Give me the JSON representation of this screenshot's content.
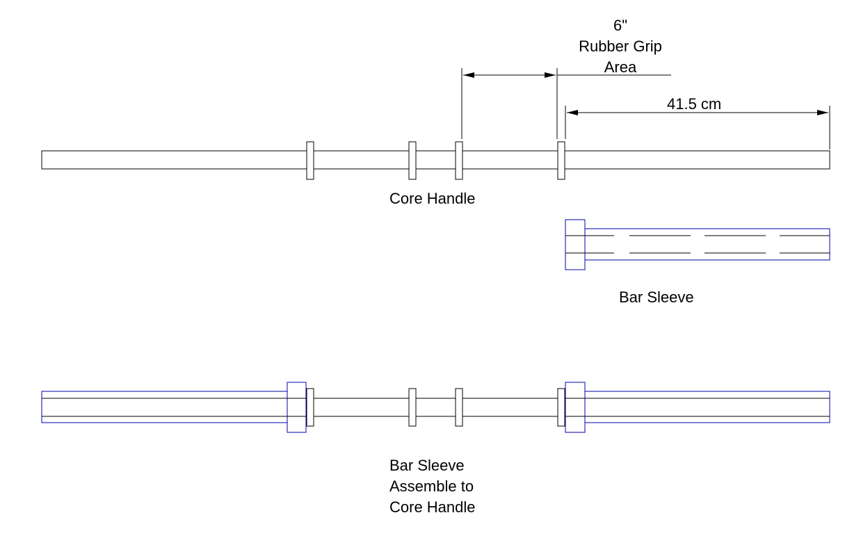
{
  "colors": {
    "line": "#000000",
    "sleeve": "#0000aa",
    "background": "#ffffff"
  },
  "labels": {
    "grip_dim": [
      "6\"",
      "Rubber Grip",
      "Area"
    ],
    "sleeve_length": "41.5 cm",
    "core_handle": "Core Handle",
    "bar_sleeve": "Bar Sleeve",
    "assembly": [
      "Bar Sleeve",
      "Assemble to",
      "Core Handle"
    ]
  }
}
